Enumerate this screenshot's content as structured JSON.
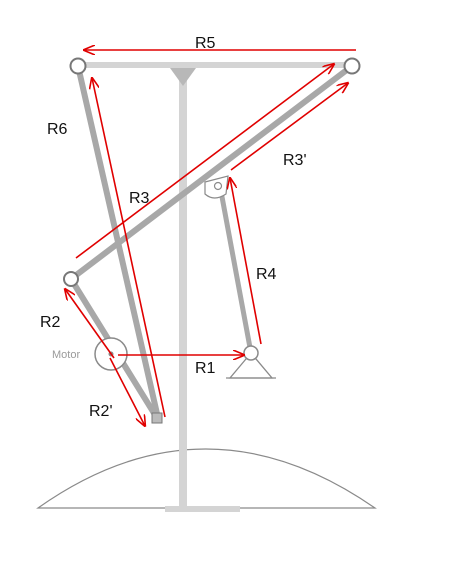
{
  "labels": {
    "r1": "R1",
    "r2": "R2",
    "r2_prime": "R2'",
    "r3": "R3",
    "r3_prime": "R3'",
    "r4": "R4",
    "r5": "R5",
    "r6": "R6",
    "motor": "Motor"
  },
  "colors": {
    "vector": "#e00000",
    "link": "#a8a8a8",
    "frame": "#d4d4d4",
    "outline": "#8a8a8a",
    "text": "#111111",
    "motor_text": "#9a9a9a"
  }
}
